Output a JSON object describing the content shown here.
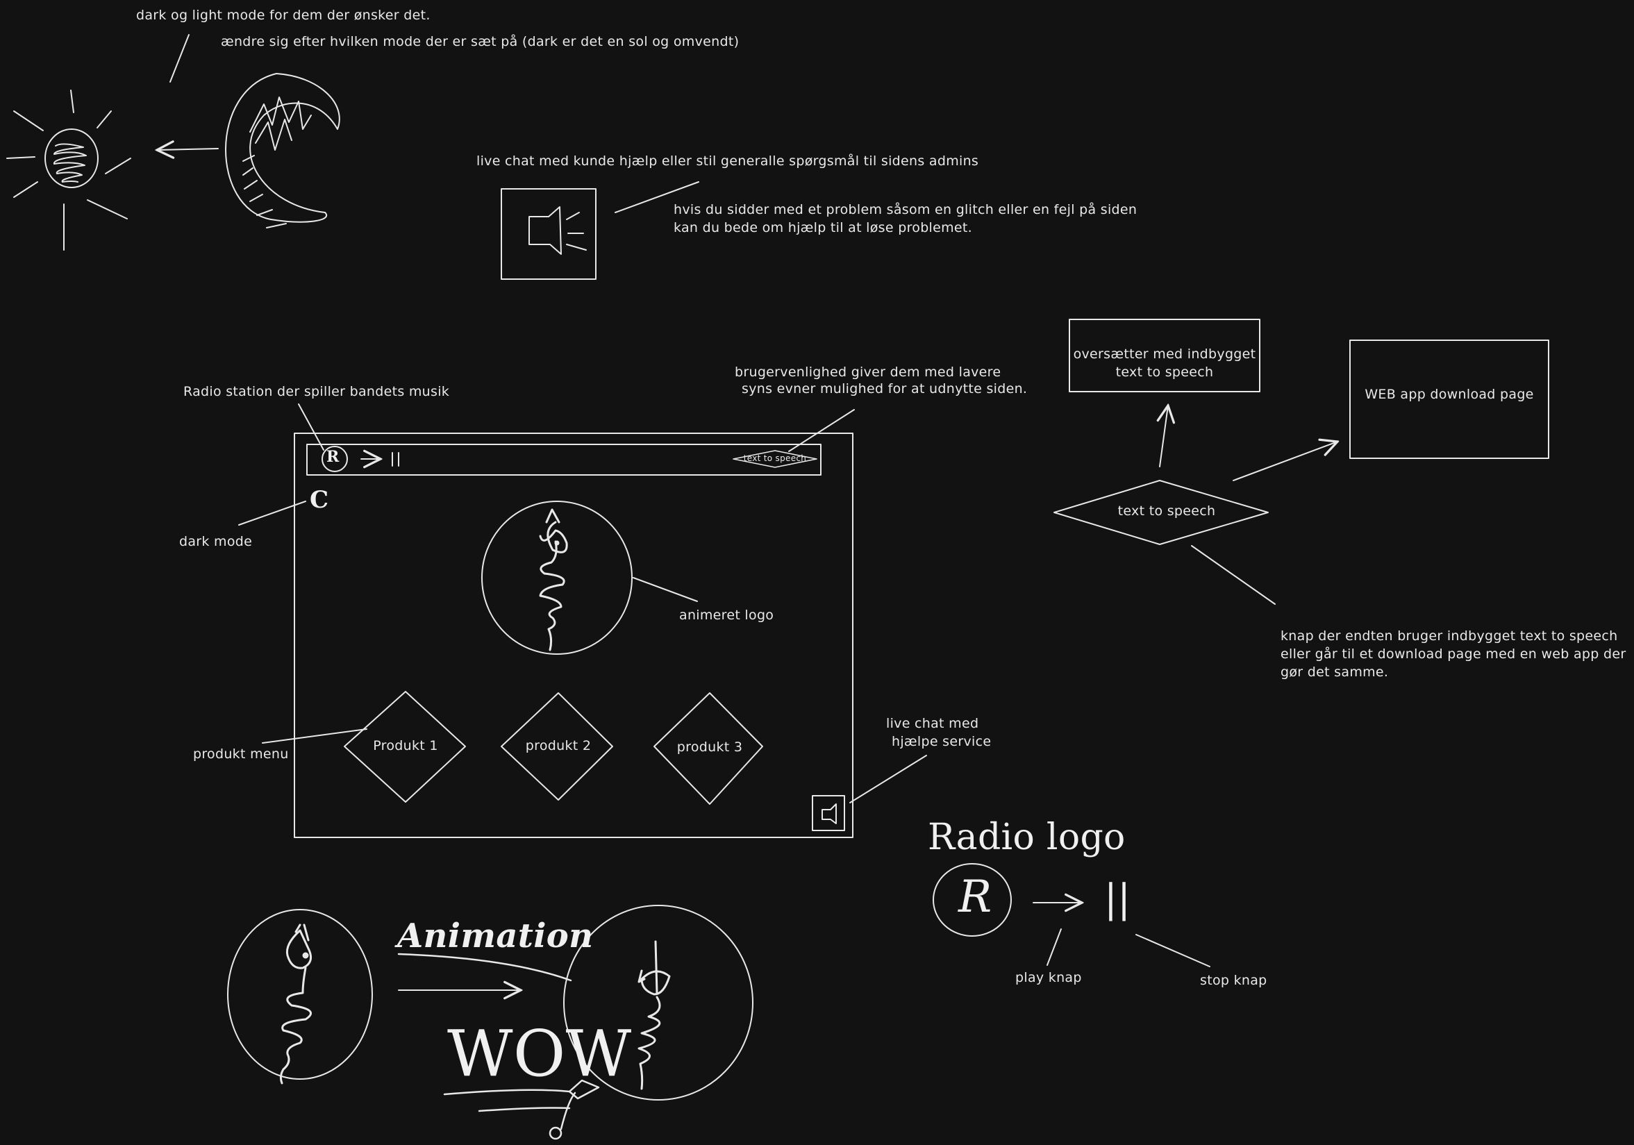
{
  "annotations": {
    "dark_light_mode": "dark og light mode for dem der ønsker det.",
    "icon_changes": "ændre sig efter hvilken mode der er sæt på (dark er det en sol og omvendt)",
    "live_chat": "live chat med kunde hjælp eller stil generalle spørgsmål til sidens admins",
    "problem_line1": "hvis du sidder med et problem såsom en glitch eller en fejl på siden",
    "problem_line2": "kan du bede om hjælp til at løse problemet.",
    "radio_station": "Radio station der spiller bandets musik",
    "usability_line1": "brugervenlighed giver dem med lavere",
    "usability_line2": "syns evner mulighed for at udnytte siden.",
    "dark_mode": "dark mode",
    "animated_logo": "animeret logo",
    "product_menu": "produkt menu",
    "live_chat_service_line1": "live chat med",
    "live_chat_service_line2": "hjælpe service",
    "button_desc_line1": "knap der endten bruger indbygget text to speech",
    "button_desc_line2": "eller går til et download page med en web app der",
    "button_desc_line3": "gør det samme.",
    "play_button": "play knap",
    "stop_button": "stop knap"
  },
  "mockup": {
    "radio_letter": "R",
    "tts_badge": "text to speech",
    "dark_mode_icon": "C",
    "products": [
      "Produkt 1",
      "produkt 2",
      "produkt 3"
    ]
  },
  "flow": {
    "tts_node": "text to speech",
    "translator_line1": "oversætter med indbygget",
    "translator_line2": "text to speech",
    "web_app": "WEB app download page"
  },
  "radio_logo": {
    "title": "Radio logo",
    "letter": "R",
    "stop_glyph": "||"
  },
  "animation": {
    "label": "Animation",
    "wow": "WOW"
  },
  "icons": [
    "sun-icon",
    "moon-icon",
    "megaphone-icon",
    "play-arrow-icon",
    "pause-icon",
    "snake-logo-icon"
  ]
}
